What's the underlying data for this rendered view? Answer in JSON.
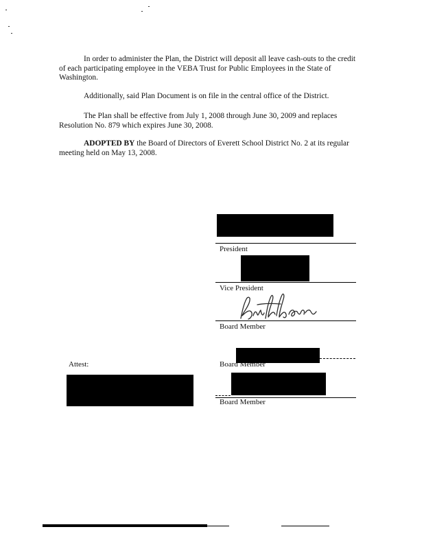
{
  "paragraphs": {
    "p1": "In order to administer the Plan, the District will deposit all leave cash-outs to the credit of each participating employee in the VEBA Trust for Public Employees in the State of Washington.",
    "p2": "Additionally, said Plan Document is on file in the central office of the District.",
    "p3": "The Plan shall be effective from July 1, 2008 through June 30, 2009 and replaces Resolution No. 879 which expires June 30, 2008.",
    "p4_bold": "ADOPTED BY",
    "p4_rest": " the Board of Directors of Everett School District No. 2 at its regular meeting held on May 13, 2008."
  },
  "signatures": {
    "president": "President",
    "vice_president": "Vice President",
    "board_member_1": "Board Member",
    "board_member_2": "Board Member",
    "board_member_3": "Board Member",
    "attest": "Attest:"
  },
  "colors": {
    "ink": "#111111",
    "redaction": "#000000",
    "signature": "#2a2a2a"
  }
}
